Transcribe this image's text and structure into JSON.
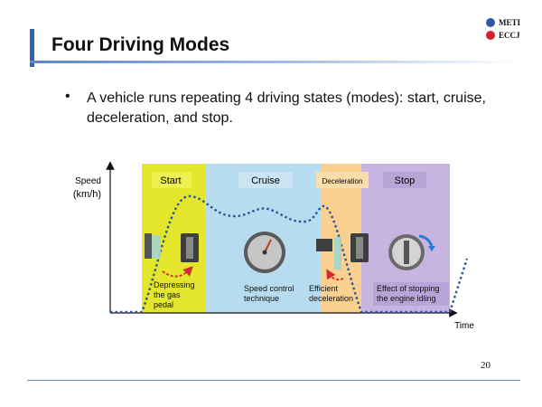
{
  "slide": {
    "title": "Four Driving Modes",
    "bullet": "A vehicle runs repeating 4 driving states (modes): start, cruise, deceleration, and stop.",
    "page_number": "20",
    "logos": {
      "meti": "METI",
      "eccj": "ECCJ"
    }
  },
  "diagram": {
    "y_axis_label": "Speed",
    "y_axis_unit": "(km/h)",
    "x_axis_label": "Time",
    "modes": [
      {
        "name": "Start",
        "color": "#e3e62a",
        "caption": [
          "Depressing",
          "the gas",
          "pedal"
        ]
      },
      {
        "name": "Cruise",
        "color": "#b8dcef",
        "caption": [
          "Speed control",
          "technique"
        ]
      },
      {
        "name": "Deceleration",
        "color": "#f9d08f",
        "caption": [
          "Efficient",
          "deceleration"
        ]
      },
      {
        "name": "Stop",
        "color": "#c7b4e0",
        "caption": [
          "Effect of stopping",
          "the engine idling"
        ]
      }
    ],
    "speed_curve_color": "#2a5596",
    "icons": [
      "gas-pedal-icon",
      "speedometer-icon",
      "brake-pedal-icon",
      "ignition-switch-icon"
    ]
  }
}
